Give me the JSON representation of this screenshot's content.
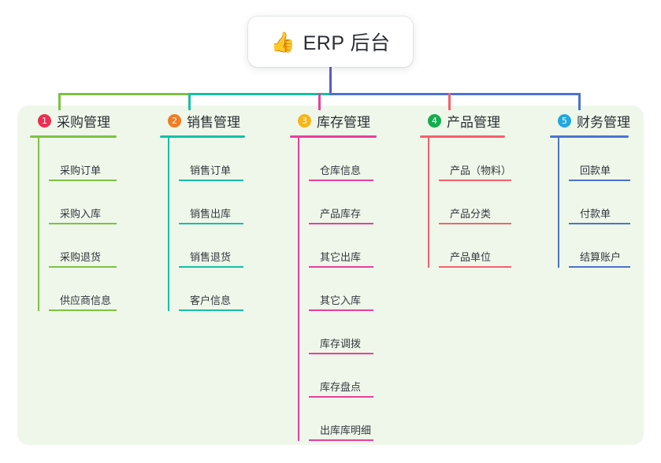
{
  "diagram": {
    "type": "mindmap",
    "title": "ERP 后台",
    "root": {
      "icon": "thumbs-up-icon",
      "emoji": "👍",
      "label": "ERP 后台"
    },
    "canvas_bg": "#ffffff",
    "panel_bg": "#eff7ea",
    "root_connector_color": "#5a5ac8",
    "branches": [
      {
        "number": "1",
        "label": "采购管理",
        "badge_color": "#ee2d50",
        "line_color": "#7dc242",
        "items": [
          "采购订单",
          "采购入库",
          "采购退货",
          "供应商信息"
        ]
      },
      {
        "number": "2",
        "label": "销售管理",
        "badge_color": "#f07c25",
        "line_color": "#16bfa6",
        "items": [
          "销售订单",
          "销售出库",
          "销售退货",
          "客户信息"
        ]
      },
      {
        "number": "3",
        "label": "库存管理",
        "badge_color": "#f5b61b",
        "line_color": "#e83f9c",
        "items": [
          "仓库信息",
          "产品库存",
          "其它出库",
          "其它入库",
          "库存调拨",
          "库存盘点",
          "出库库明细"
        ]
      },
      {
        "number": "4",
        "label": "产品管理",
        "badge_color": "#14ac4e",
        "line_color": "#f4606c",
        "items": [
          "产品（物料）",
          "产品分类",
          "产品单位"
        ]
      },
      {
        "number": "5",
        "label": "财务管理",
        "badge_color": "#22a7e0",
        "line_color": "#4b73cf",
        "items": [
          "回款单",
          "付款单",
          "结算账户"
        ]
      }
    ]
  }
}
